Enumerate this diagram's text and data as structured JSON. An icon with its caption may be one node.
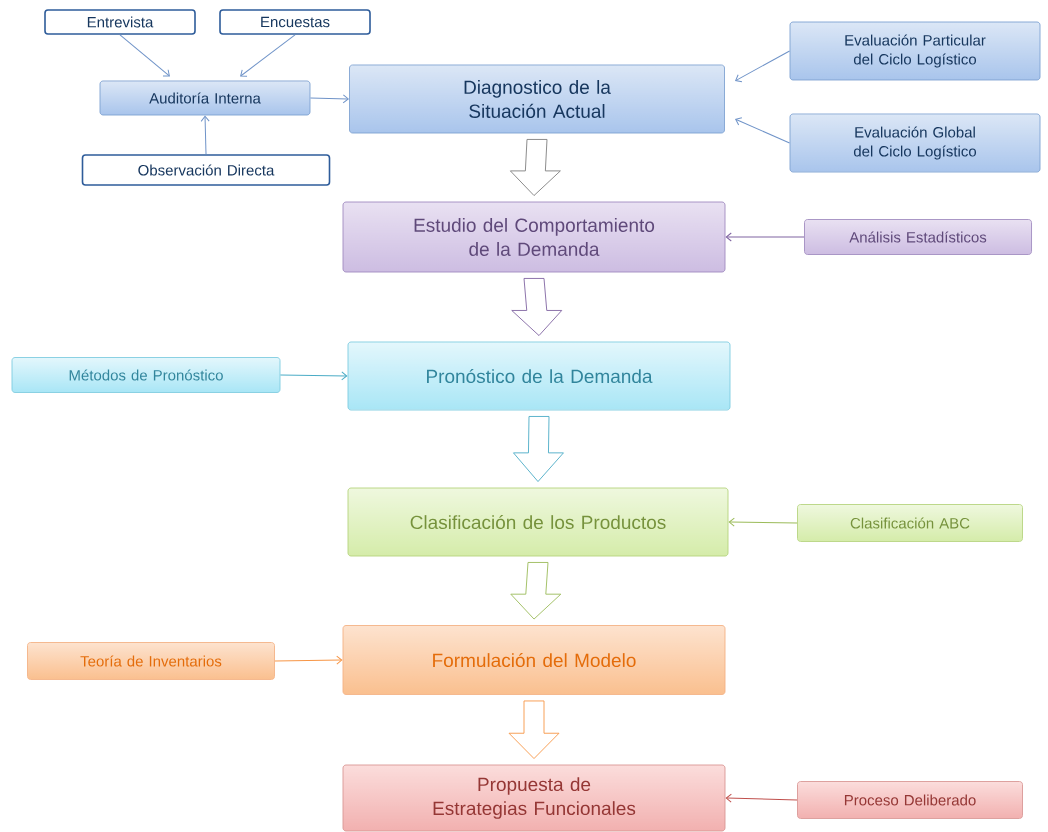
{
  "diagram": {
    "nodes": [
      {
        "text": [
          "Entrevista"
        ]
      },
      {
        "text": [
          "Encuestas"
        ]
      },
      {
        "text": [
          "Auditoría Interna"
        ]
      },
      {
        "text": [
          "Observación Directa"
        ]
      },
      {
        "text": [
          "Diagnostico de la Situación Actual"
        ]
      },
      {
        "text": [
          "Evaluación Particular del Ciclo Logístico"
        ]
      },
      {
        "text": [
          "Evaluación Global del Ciclo Logístico"
        ]
      },
      {
        "text": [
          "Estudio del Comportamiento de la Demanda"
        ]
      },
      {
        "text": [
          "Análisis Estadísticos"
        ]
      },
      {
        "text": [
          "Métodos de Pronóstico"
        ]
      },
      {
        "text": [
          "Pronóstico de la Demanda"
        ]
      },
      {
        "text": [
          "Clasificación de los Productos"
        ]
      },
      {
        "text": [
          "Clasificación ABC"
        ]
      },
      {
        "text": [
          "Teoría de Inventarios"
        ]
      },
      {
        "text": [
          "Formulación del Modelo"
        ]
      },
      {
        "text": [
          "Propuesta de Estrategias Funcionales"
        ]
      },
      {
        "text": [
          "Proceso Deliberado"
        ]
      }
    ],
    "edges": [
      {
        "from": 0,
        "to": 2,
        "arrow": "to"
      },
      {
        "from": 1,
        "to": 2,
        "arrow": "to"
      },
      {
        "from": 3,
        "to": 2,
        "arrow": "to"
      },
      {
        "from": 2,
        "to": 4,
        "arrow": "to"
      },
      {
        "from": 5,
        "to": 4,
        "arrow": "to"
      },
      {
        "from": 6,
        "to": 4,
        "arrow": "to"
      },
      {
        "from": 4,
        "to": 7,
        "arrow": "to",
        "style": "thick",
        "color": "#7f7f7f"
      },
      {
        "from": 8,
        "to": 7,
        "arrow": "to",
        "color": "#8064a2"
      },
      {
        "from": 7,
        "to": 10,
        "arrow": "to",
        "style": "thick",
        "color": "#8064a2"
      },
      {
        "from": 9,
        "to": 10,
        "arrow": "to",
        "color": "#4bacc6"
      },
      {
        "from": 10,
        "to": 11,
        "arrow": "to",
        "style": "thick",
        "color": "#4bacc6"
      },
      {
        "from": 12,
        "to": 11,
        "arrow": "to",
        "color": "#9bbb59"
      },
      {
        "from": 11,
        "to": 14,
        "arrow": "to",
        "style": "thick",
        "color": "#9bbb59"
      },
      {
        "from": 13,
        "to": 14,
        "arrow": "to",
        "color": "#f79646"
      },
      {
        "from": 14,
        "to": 15,
        "arrow": "to",
        "style": "thick",
        "color": "#f79646"
      },
      {
        "from": 16,
        "to": 15,
        "arrow": "to",
        "color": "#c0504d"
      }
    ]
  }
}
